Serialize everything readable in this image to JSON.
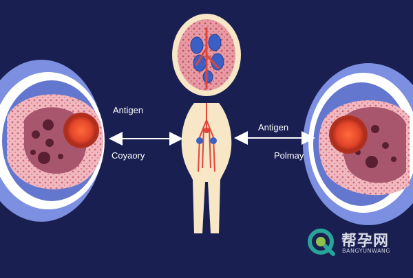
{
  "labels": {
    "left_top": "Antigen",
    "left_bottom": "Coyaory",
    "right_top": "Antigen",
    "right_bottom": "Polmay"
  },
  "watermark": {
    "main": "帮孕网",
    "sub": "BANGYUNWANG"
  },
  "colors": {
    "background": "#1a1f52",
    "outer_ring": "#7c8fe0",
    "cell_ring": "#ffffff",
    "cytoplasm": "#f2b8bf",
    "cell_body": "#a8566e",
    "nucleus": "#e2452a",
    "body_figure": "#f7e7c6",
    "vessel": "#e0453a",
    "arrow": "#ffffff"
  }
}
